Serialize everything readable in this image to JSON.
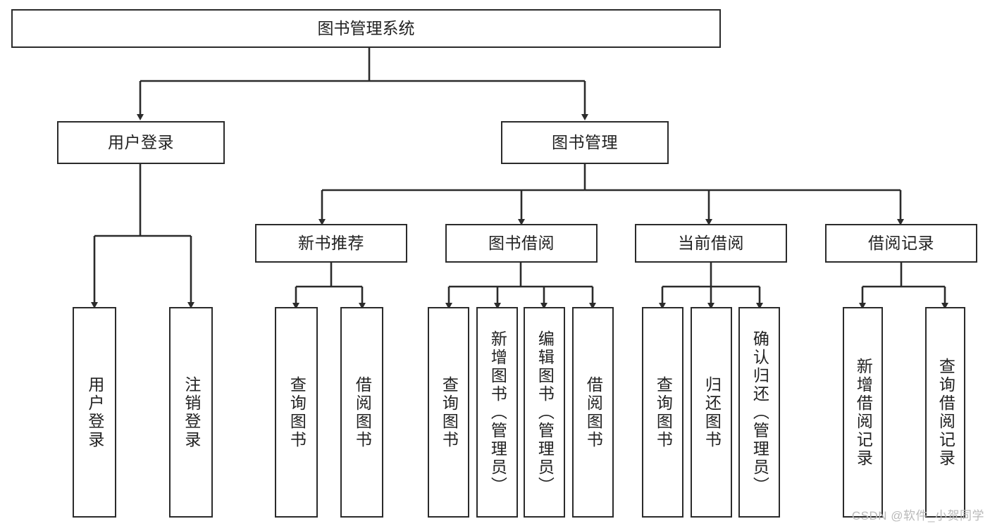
{
  "diagram": {
    "title": "图书管理系统",
    "watermark": "CSDN @软件_小贺同学",
    "line_color": "#2b2b2b",
    "box_fill": "#ffffff",
    "text_color": "#222222"
  },
  "nodes": {
    "root": {
      "label": "图书管理系统"
    },
    "level2": [
      {
        "id": "user-login",
        "label": "用户登录"
      },
      {
        "id": "book-manage",
        "label": "图书管理"
      }
    ],
    "level3": [
      {
        "id": "new-book-recommend",
        "label": "新书推荐"
      },
      {
        "id": "book-borrow",
        "label": "图书借阅"
      },
      {
        "id": "current-borrow",
        "label": "当前借阅"
      },
      {
        "id": "borrow-record",
        "label": "借阅记录"
      }
    ],
    "leaves": {
      "user_login": [
        {
          "id": "leaf-user-login",
          "label": "用户登录"
        },
        {
          "id": "leaf-user-logout",
          "label": "注销登录"
        }
      ],
      "new_book_recommend": [
        {
          "id": "leaf-query-book-1",
          "label": "查询图书"
        },
        {
          "id": "leaf-borrow-book-1",
          "label": "借阅图书"
        }
      ],
      "book_borrow": [
        {
          "id": "leaf-query-book-2",
          "label": "查询图书"
        },
        {
          "id": "leaf-add-book",
          "label": "新增图书（管理员）"
        },
        {
          "id": "leaf-edit-book",
          "label": "编辑图书（管理员）"
        },
        {
          "id": "leaf-borrow-book-2",
          "label": "借阅图书"
        }
      ],
      "current_borrow": [
        {
          "id": "leaf-query-book-3",
          "label": "查询图书"
        },
        {
          "id": "leaf-return-book",
          "label": "归还图书"
        },
        {
          "id": "leaf-confirm-return",
          "label": "确认归还（管理员）"
        }
      ],
      "borrow_record": [
        {
          "id": "leaf-add-record",
          "label": "新增借阅记录"
        },
        {
          "id": "leaf-query-record",
          "label": "查询借阅记录"
        }
      ]
    }
  }
}
